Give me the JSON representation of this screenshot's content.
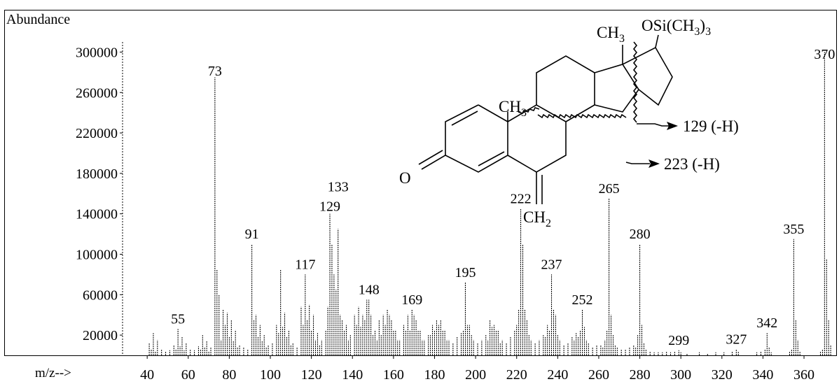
{
  "chart_data": {
    "type": "bar",
    "ylabel": "Abundance",
    "xlabel": "m/z-->",
    "xlim": [
      28,
      375
    ],
    "ylim": [
      0,
      310000
    ],
    "x_ticks": [
      40,
      60,
      80,
      100,
      120,
      140,
      160,
      180,
      200,
      220,
      240,
      260,
      280,
      300,
      320,
      340,
      360
    ],
    "y_ticks": [
      20000,
      60000,
      100000,
      140000,
      180000,
      220000,
      260000,
      300000
    ],
    "labeled_peaks": [
      {
        "mz": 55,
        "label": "55"
      },
      {
        "mz": 73,
        "label": "73"
      },
      {
        "mz": 91,
        "label": "91"
      },
      {
        "mz": 117,
        "label": "117"
      },
      {
        "mz": 129,
        "label": "129"
      },
      {
        "mz": 133,
        "label": "133"
      },
      {
        "mz": 148,
        "label": "148"
      },
      {
        "mz": 169,
        "label": "169"
      },
      {
        "mz": 195,
        "label": "195"
      },
      {
        "mz": 222,
        "label": "222"
      },
      {
        "mz": 237,
        "label": "237"
      },
      {
        "mz": 252,
        "label": "252"
      },
      {
        "mz": 265,
        "label": "265"
      },
      {
        "mz": 280,
        "label": "280"
      },
      {
        "mz": 299,
        "label": "299"
      },
      {
        "mz": 327,
        "label": "327"
      },
      {
        "mz": 342,
        "label": "342"
      },
      {
        "mz": 355,
        "label": "355"
      },
      {
        "mz": 370,
        "label": "370"
      }
    ],
    "peaks": [
      [
        41,
        12000
      ],
      [
        42,
        6000
      ],
      [
        43,
        22000
      ],
      [
        44,
        4000
      ],
      [
        45,
        15000
      ],
      [
        47,
        6000
      ],
      [
        49,
        4000
      ],
      [
        51,
        5000
      ],
      [
        53,
        10000
      ],
      [
        54,
        6000
      ],
      [
        55,
        26000
      ],
      [
        56,
        9000
      ],
      [
        57,
        18000
      ],
      [
        58,
        5000
      ],
      [
        59,
        12000
      ],
      [
        61,
        6000
      ],
      [
        63,
        5000
      ],
      [
        65,
        9000
      ],
      [
        66,
        6000
      ],
      [
        67,
        20000
      ],
      [
        68,
        8000
      ],
      [
        69,
        14000
      ],
      [
        70,
        4000
      ],
      [
        71,
        8000
      ],
      [
        73,
        275000
      ],
      [
        74,
        85000
      ],
      [
        75,
        60000
      ],
      [
        76,
        15000
      ],
      [
        77,
        45000
      ],
      [
        78,
        30000
      ],
      [
        79,
        42000
      ],
      [
        80,
        18000
      ],
      [
        81,
        35000
      ],
      [
        82,
        14000
      ],
      [
        83,
        25000
      ],
      [
        84,
        8000
      ],
      [
        85,
        10000
      ],
      [
        87,
        8000
      ],
      [
        89,
        6000
      ],
      [
        91,
        110000
      ],
      [
        92,
        35000
      ],
      [
        93,
        40000
      ],
      [
        94,
        18000
      ],
      [
        95,
        30000
      ],
      [
        96,
        14000
      ],
      [
        97,
        20000
      ],
      [
        98,
        8000
      ],
      [
        99,
        10000
      ],
      [
        101,
        12000
      ],
      [
        103,
        30000
      ],
      [
        104,
        22000
      ],
      [
        105,
        85000
      ],
      [
        106,
        28000
      ],
      [
        107,
        42000
      ],
      [
        108,
        18000
      ],
      [
        109,
        25000
      ],
      [
        110,
        10000
      ],
      [
        111,
        12000
      ],
      [
        113,
        8000
      ],
      [
        115,
        48000
      ],
      [
        116,
        30000
      ],
      [
        117,
        80000
      ],
      [
        118,
        35000
      ],
      [
        119,
        50000
      ],
      [
        120,
        25000
      ],
      [
        121,
        40000
      ],
      [
        122,
        15000
      ],
      [
        123,
        22000
      ],
      [
        124,
        10000
      ],
      [
        125,
        15000
      ],
      [
        127,
        25000
      ],
      [
        128,
        48000
      ],
      [
        129,
        140000
      ],
      [
        130,
        110000
      ],
      [
        131,
        80000
      ],
      [
        132,
        65000
      ],
      [
        133,
        125000
      ],
      [
        134,
        40000
      ],
      [
        135,
        35000
      ],
      [
        136,
        25000
      ],
      [
        137,
        30000
      ],
      [
        138,
        15000
      ],
      [
        139,
        20000
      ],
      [
        141,
        40000
      ],
      [
        142,
        30000
      ],
      [
        143,
        48000
      ],
      [
        144,
        28000
      ],
      [
        145,
        40000
      ],
      [
        146,
        35000
      ],
      [
        147,
        55000
      ],
      [
        148,
        55000
      ],
      [
        149,
        40000
      ],
      [
        150,
        20000
      ],
      [
        151,
        25000
      ],
      [
        152,
        15000
      ],
      [
        153,
        35000
      ],
      [
        154,
        20000
      ],
      [
        155,
        40000
      ],
      [
        156,
        30000
      ],
      [
        157,
        45000
      ],
      [
        158,
        40000
      ],
      [
        159,
        35000
      ],
      [
        160,
        25000
      ],
      [
        161,
        25000
      ],
      [
        162,
        15000
      ],
      [
        163,
        15000
      ],
      [
        165,
        30000
      ],
      [
        166,
        25000
      ],
      [
        167,
        40000
      ],
      [
        168,
        25000
      ],
      [
        169,
        45000
      ],
      [
        170,
        40000
      ],
      [
        171,
        35000
      ],
      [
        172,
        25000
      ],
      [
        173,
        25000
      ],
      [
        174,
        15000
      ],
      [
        175,
        15000
      ],
      [
        177,
        20000
      ],
      [
        178,
        20000
      ],
      [
        179,
        30000
      ],
      [
        180,
        25000
      ],
      [
        181,
        35000
      ],
      [
        182,
        30000
      ],
      [
        183,
        35000
      ],
      [
        184,
        25000
      ],
      [
        185,
        25000
      ],
      [
        186,
        15000
      ],
      [
        187,
        15000
      ],
      [
        189,
        12000
      ],
      [
        191,
        18000
      ],
      [
        193,
        22000
      ],
      [
        194,
        25000
      ],
      [
        195,
        72000
      ],
      [
        196,
        30000
      ],
      [
        197,
        30000
      ],
      [
        198,
        20000
      ],
      [
        199,
        15000
      ],
      [
        201,
        12000
      ],
      [
        203,
        15000
      ],
      [
        205,
        20000
      ],
      [
        206,
        15000
      ],
      [
        207,
        35000
      ],
      [
        208,
        28000
      ],
      [
        209,
        30000
      ],
      [
        210,
        25000
      ],
      [
        211,
        25000
      ],
      [
        212,
        12000
      ],
      [
        213,
        15000
      ],
      [
        215,
        12000
      ],
      [
        217,
        18000
      ],
      [
        219,
        25000
      ],
      [
        220,
        30000
      ],
      [
        221,
        45000
      ],
      [
        222,
        145000
      ],
      [
        223,
        110000
      ],
      [
        224,
        45000
      ],
      [
        225,
        35000
      ],
      [
        226,
        20000
      ],
      [
        227,
        15000
      ],
      [
        229,
        12000
      ],
      [
        231,
        15000
      ],
      [
        233,
        20000
      ],
      [
        234,
        18000
      ],
      [
        235,
        30000
      ],
      [
        236,
        25000
      ],
      [
        237,
        80000
      ],
      [
        238,
        45000
      ],
      [
        239,
        40000
      ],
      [
        240,
        20000
      ],
      [
        241,
        15000
      ],
      [
        243,
        10000
      ],
      [
        245,
        12000
      ],
      [
        247,
        18000
      ],
      [
        248,
        15000
      ],
      [
        249,
        22000
      ],
      [
        250,
        18000
      ],
      [
        251,
        25000
      ],
      [
        252,
        45000
      ],
      [
        253,
        28000
      ],
      [
        254,
        15000
      ],
      [
        255,
        12000
      ],
      [
        257,
        8000
      ],
      [
        259,
        10000
      ],
      [
        261,
        10000
      ],
      [
        262,
        8000
      ],
      [
        263,
        15000
      ],
      [
        264,
        25000
      ],
      [
        265,
        155000
      ],
      [
        266,
        40000
      ],
      [
        267,
        20000
      ],
      [
        268,
        10000
      ],
      [
        269,
        8000
      ],
      [
        271,
        6000
      ],
      [
        273,
        6000
      ],
      [
        275,
        8000
      ],
      [
        277,
        10000
      ],
      [
        278,
        8000
      ],
      [
        279,
        20000
      ],
      [
        280,
        110000
      ],
      [
        281,
        30000
      ],
      [
        282,
        12000
      ],
      [
        283,
        6000
      ],
      [
        285,
        4000
      ],
      [
        287,
        3000
      ],
      [
        289,
        3000
      ],
      [
        291,
        3000
      ],
      [
        293,
        4000
      ],
      [
        295,
        3000
      ],
      [
        297,
        4000
      ],
      [
        299,
        5000
      ],
      [
        300,
        3000
      ],
      [
        303,
        2000
      ],
      [
        309,
        3000
      ],
      [
        313,
        2000
      ],
      [
        317,
        3000
      ],
      [
        321,
        3000
      ],
      [
        325,
        4000
      ],
      [
        327,
        6000
      ],
      [
        328,
        4000
      ],
      [
        337,
        3000
      ],
      [
        339,
        4000
      ],
      [
        341,
        6000
      ],
      [
        342,
        22000
      ],
      [
        343,
        8000
      ],
      [
        344,
        3000
      ],
      [
        353,
        4000
      ],
      [
        354,
        6000
      ],
      [
        355,
        115000
      ],
      [
        356,
        35000
      ],
      [
        357,
        15000
      ],
      [
        358,
        4000
      ],
      [
        368,
        4000
      ],
      [
        369,
        6000
      ],
      [
        370,
        300000
      ],
      [
        371,
        95000
      ],
      [
        372,
        35000
      ],
      [
        373,
        10000
      ]
    ],
    "annotations": {
      "methyl_top": "CH",
      "methyl_top_sub": "3",
      "otms_prefix": "OSi(CH",
      "otms_sub": "3",
      "otms_suffix": ")",
      "otms_suffix_sub": "3",
      "methyl_mid": "CH",
      "methyl_mid_sub": "3",
      "oxygen": "O",
      "methylene": "CH",
      "methylene_sub": "2",
      "frag1": "129 (-H)",
      "frag2": "223 (-H)"
    }
  }
}
